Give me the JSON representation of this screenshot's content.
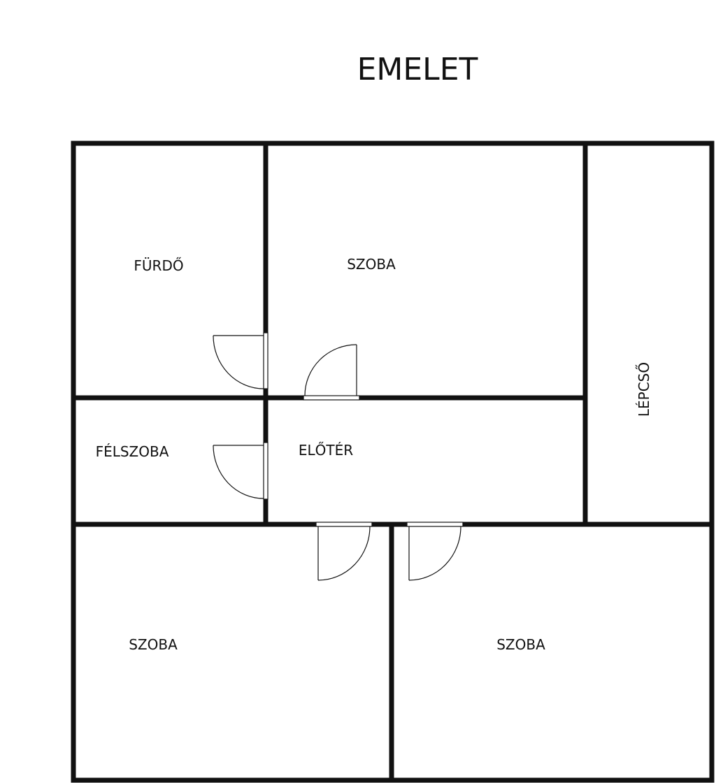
{
  "plan": {
    "title": "EMELET",
    "rooms": {
      "furdo": "FÜRDŐ",
      "szoba_top": "SZOBA",
      "lepcso": "LÉPCSŐ",
      "felszoba": "FÉLSZOBA",
      "eloter": "ELŐTÉR",
      "szoba_bottom_left": "SZOBA",
      "szoba_bottom_right": "SZOBA"
    }
  }
}
